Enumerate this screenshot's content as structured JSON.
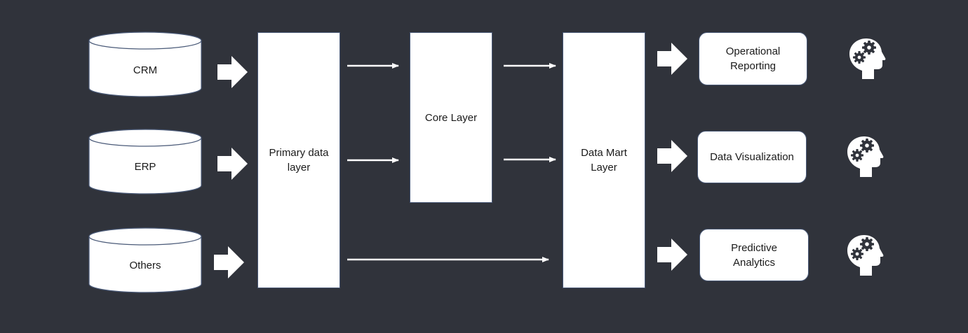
{
  "sources": [
    {
      "label": "CRM"
    },
    {
      "label": "ERP"
    },
    {
      "label": "Others"
    }
  ],
  "layers": {
    "primary": "Primary data\nlayer",
    "core": "Core Layer",
    "data_mart": "Data Mart\nLayer"
  },
  "outputs": [
    {
      "label": "Operational\nReporting"
    },
    {
      "label": "Data Visualization"
    },
    {
      "label": "Predictive\nAnalytics"
    }
  ],
  "icons": {
    "source": "database-cylinder-icon",
    "flow": "block-arrow-icon",
    "consumer": "head-with-gears-icon"
  },
  "colors": {
    "background": "#30333b",
    "shape_fill": "#ffffff",
    "shape_border": "#4a5a78",
    "text": "#1a1a1a",
    "arrow": "#ffffff"
  }
}
